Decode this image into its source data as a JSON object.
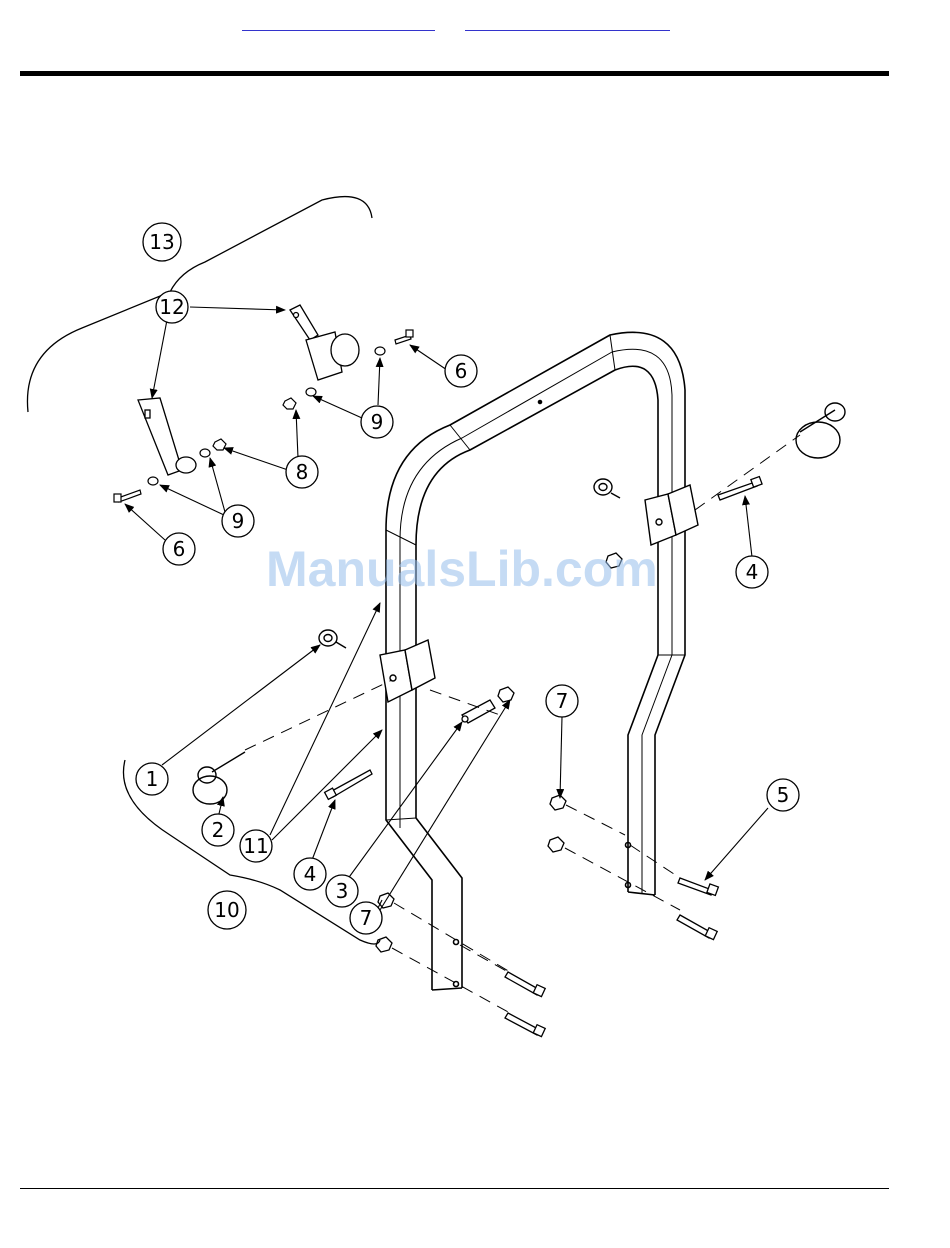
{
  "header": {
    "links": [
      {
        "text": ""
      },
      {
        "text": ""
      }
    ]
  },
  "watermark": {
    "text": "ManualsLib.com",
    "color": "#96bee9"
  },
  "callouts": [
    {
      "id": "c13",
      "label": "13"
    },
    {
      "id": "c12",
      "label": "12"
    },
    {
      "id": "c6a",
      "label": "6"
    },
    {
      "id": "c9a",
      "label": "9"
    },
    {
      "id": "c8",
      "label": "8"
    },
    {
      "id": "c9b",
      "label": "9"
    },
    {
      "id": "c6b",
      "label": "6"
    },
    {
      "id": "c4a",
      "label": "4"
    },
    {
      "id": "c7a",
      "label": "7"
    },
    {
      "id": "c5",
      "label": "5"
    },
    {
      "id": "c1",
      "label": "1"
    },
    {
      "id": "c2",
      "label": "2"
    },
    {
      "id": "c11",
      "label": "11"
    },
    {
      "id": "c4b",
      "label": "4"
    },
    {
      "id": "c3",
      "label": "3"
    },
    {
      "id": "c7b",
      "label": "7"
    },
    {
      "id": "c10",
      "label": "10"
    }
  ]
}
